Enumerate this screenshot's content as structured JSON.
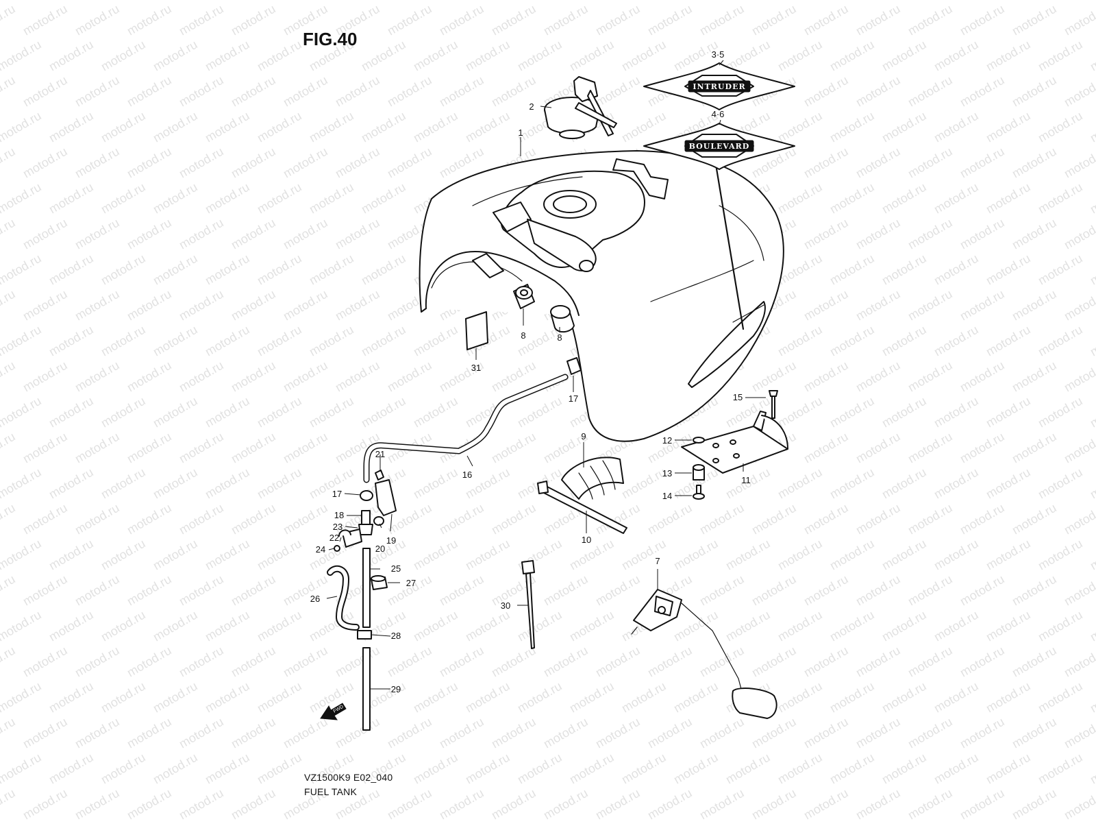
{
  "figure": {
    "title": "FIG.40",
    "model_code": "VZ1500K9 E02_040",
    "name": "FUEL TANK",
    "watermark": "motod.ru",
    "fwd_label": "FWD"
  },
  "emblems": {
    "top_text": "INTRUDER",
    "bottom_text": "BOULEVARD"
  },
  "callouts": [
    {
      "id": "c1",
      "label": "1"
    },
    {
      "id": "c2",
      "label": "2"
    },
    {
      "id": "c35",
      "label": "3·5"
    },
    {
      "id": "c46",
      "label": "4·6"
    },
    {
      "id": "c7",
      "label": "7"
    },
    {
      "id": "c8a",
      "label": "8"
    },
    {
      "id": "c8b",
      "label": "8"
    },
    {
      "id": "c9",
      "label": "9"
    },
    {
      "id": "c10",
      "label": "10"
    },
    {
      "id": "c11",
      "label": "11"
    },
    {
      "id": "c12",
      "label": "12"
    },
    {
      "id": "c13",
      "label": "13"
    },
    {
      "id": "c14",
      "label": "14"
    },
    {
      "id": "c15",
      "label": "15"
    },
    {
      "id": "c16",
      "label": "16"
    },
    {
      "id": "c17a",
      "label": "17"
    },
    {
      "id": "c17b",
      "label": "17"
    },
    {
      "id": "c18",
      "label": "18"
    },
    {
      "id": "c19",
      "label": "19"
    },
    {
      "id": "c20",
      "label": "20"
    },
    {
      "id": "c21",
      "label": "21"
    },
    {
      "id": "c22",
      "label": "22"
    },
    {
      "id": "c23",
      "label": "23"
    },
    {
      "id": "c24",
      "label": "24"
    },
    {
      "id": "c25",
      "label": "25"
    },
    {
      "id": "c26",
      "label": "26"
    },
    {
      "id": "c27",
      "label": "27"
    },
    {
      "id": "c28",
      "label": "28"
    },
    {
      "id": "c29",
      "label": "29"
    },
    {
      "id": "c30",
      "label": "30"
    },
    {
      "id": "c31",
      "label": "31"
    }
  ]
}
